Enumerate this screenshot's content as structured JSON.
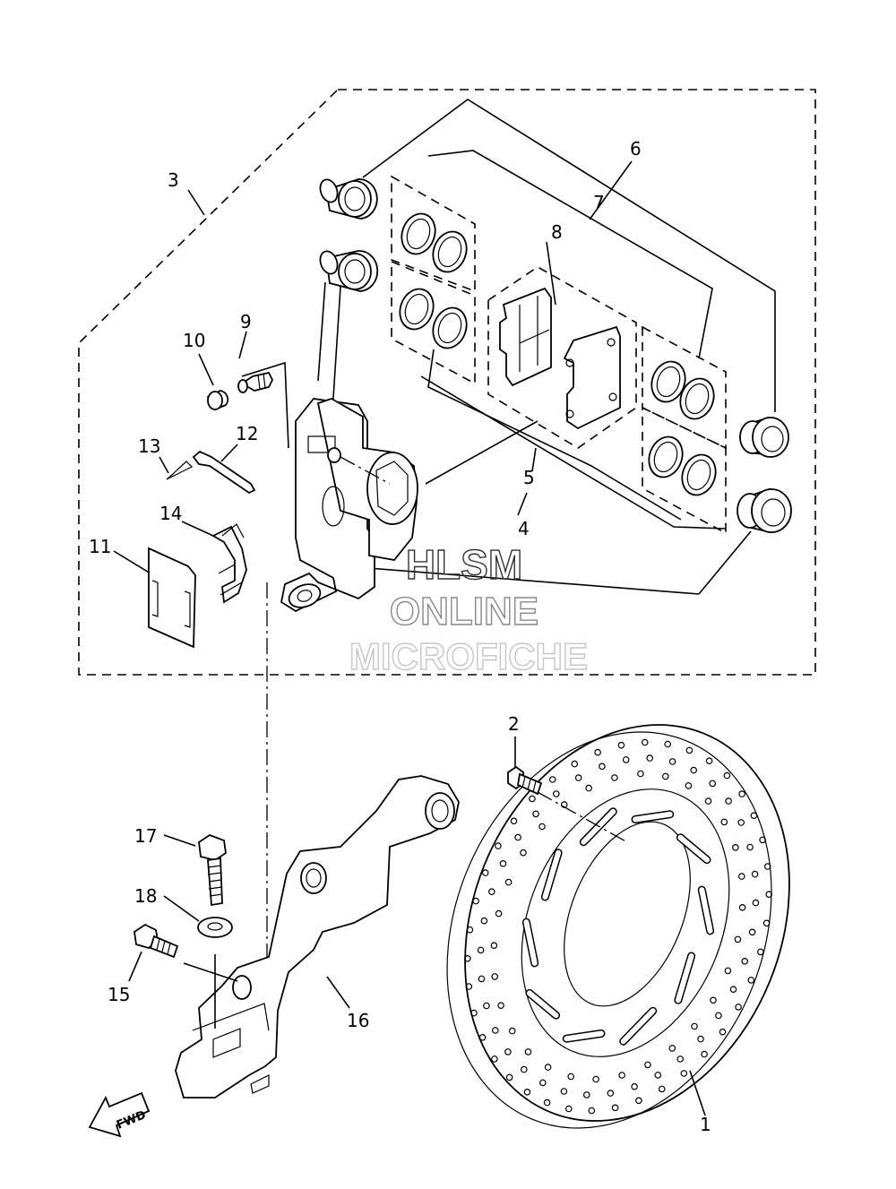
{
  "callouts": {
    "c1": "1",
    "c2": "2",
    "c3": "3",
    "c4": "4",
    "c5": "5",
    "c6": "6",
    "c7": "7",
    "c8": "8",
    "c9": "9",
    "c10": "10",
    "c11": "11",
    "c12": "12",
    "c13": "13",
    "c14": "14",
    "c15": "15",
    "c16": "16",
    "c17": "17",
    "c18": "18"
  },
  "watermark": {
    "line1": "HLSM",
    "line2": "ONLINE",
    "line3": "MICROFICHE"
  },
  "fwd_arrow": {
    "label": "FWD"
  }
}
